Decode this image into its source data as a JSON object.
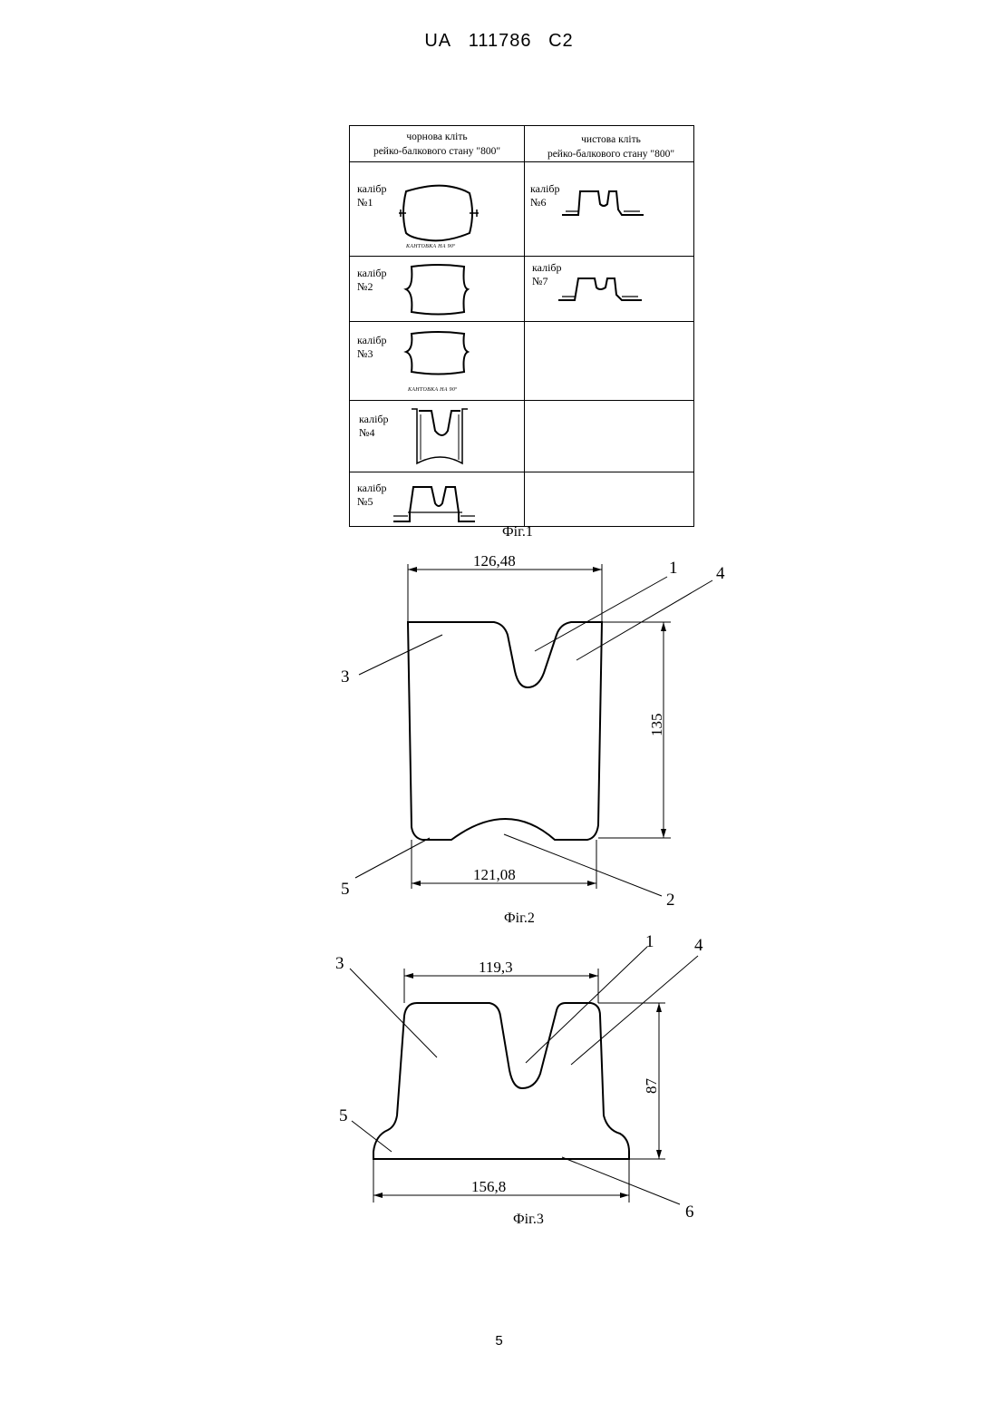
{
  "header": {
    "office": "UA",
    "number": "111786",
    "kind": "C2"
  },
  "page_number": "5",
  "fig1": {
    "caption": "Фіг.1",
    "col_left": {
      "line1": "чорнова кліть",
      "line2": "рейко-балкового стану \"800\""
    },
    "col_right": {
      "line1": "чистова кліть",
      "line2": "рейко-балкового стану \"800\""
    },
    "passes": [
      {
        "word": "калібр",
        "num": "№1"
      },
      {
        "word": "калібр",
        "num": "№2"
      },
      {
        "word": "калібр",
        "num": "№3"
      },
      {
        "word": "калібр",
        "num": "№4"
      },
      {
        "word": "калібр",
        "num": "№5"
      },
      {
        "word": "калібр",
        "num": "№6"
      },
      {
        "word": "калібр",
        "num": "№7"
      }
    ],
    "note1": "КАНТОВКА НА 90º",
    "note2": "КАНТОВКА НА 90º"
  },
  "fig2": {
    "caption": "Фіг.2",
    "dim_top": "126,48",
    "dim_bottom": "121,08",
    "dim_height": "135",
    "labels": [
      "1",
      "2",
      "3",
      "4",
      "5"
    ]
  },
  "fig3": {
    "caption": "Фіг.3",
    "dim_top": "119,3",
    "dim_bottom": "156,8",
    "dim_height": "87",
    "labels": [
      "1",
      "3",
      "4",
      "5",
      "6"
    ]
  }
}
